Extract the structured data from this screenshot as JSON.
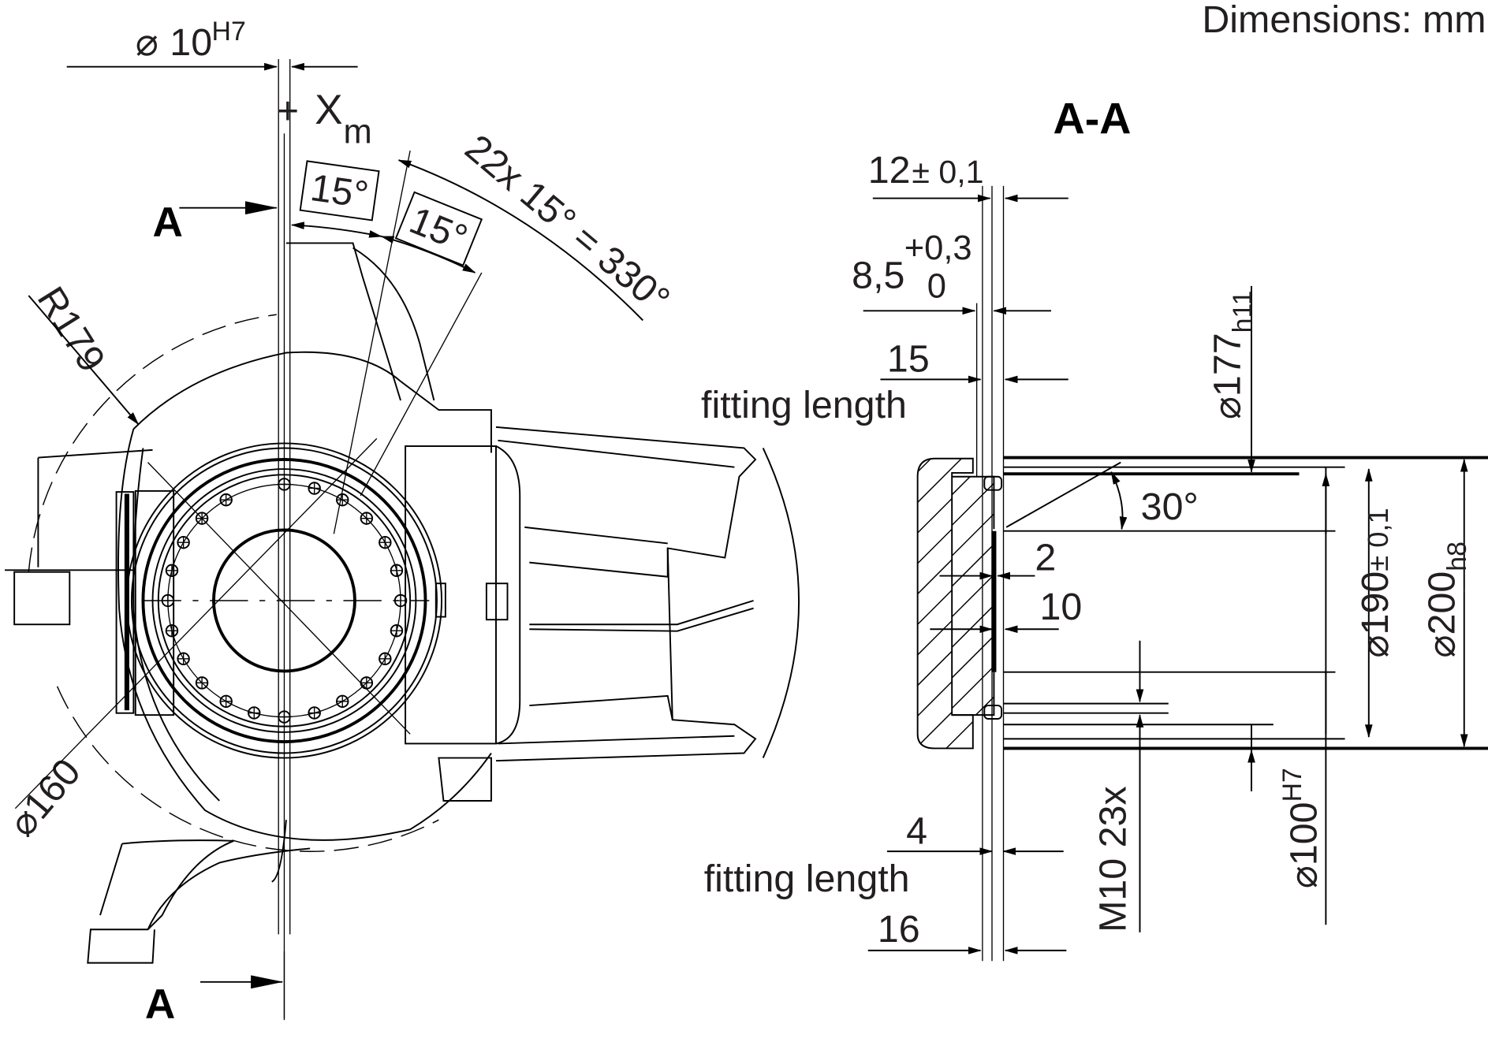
{
  "header": {
    "units_note": "Dimensions: mm",
    "section_title": "A-A"
  },
  "front_view": {
    "section_marker_top": "A",
    "section_marker_bottom": "A",
    "pin_diameter": {
      "symbol": "⌀",
      "value": "10",
      "tolerance": "H7"
    },
    "axis_label": {
      "prefix": "+",
      "main": "X",
      "sub": "m"
    },
    "angle_box_1": "15°",
    "angle_box_2": "15°",
    "angle_pattern": "22x  15° = 330°",
    "radius_label": "R179",
    "bolt_circle_diameter": "⌀160",
    "bolt_hole_count": 23
  },
  "section_view": {
    "dim_12": {
      "value": "12",
      "tol": "± 0,1"
    },
    "dim_8_5": {
      "value": "8,5",
      "tol_upper": "+0,3",
      "tol_lower": "0"
    },
    "dim_15": "15",
    "fitting_length_top": "fitting length",
    "dim_177": {
      "symbol": "⌀",
      "value": "177",
      "tol": "h11"
    },
    "angle_30": "30°",
    "dim_2": "2",
    "dim_10": "10",
    "dim_190": {
      "symbol": "⌀",
      "value": "190",
      "tol": "± 0,1"
    },
    "dim_200": {
      "symbol": "⌀",
      "value": "200",
      "tol": "h8"
    },
    "dim_100": {
      "symbol": "⌀",
      "value": "100",
      "tol": "H7"
    },
    "thread_label": "M10  23x",
    "dim_4": "4",
    "fitting_length_bottom": "fitting length",
    "dim_16": "16"
  }
}
